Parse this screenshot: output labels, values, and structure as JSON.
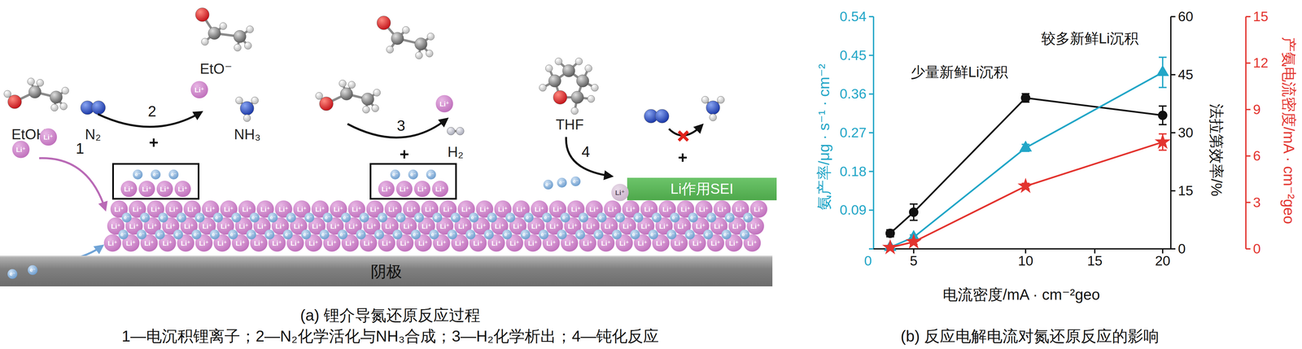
{
  "diagram": {
    "nodes": [
      {
        "text": [
          "e⁻",
          "e⁻",
          "e⁻",
          "Li⁺",
          "Li⁺",
          "Li⁺",
          "Li⁺"
        ]
      },
      {
        "text": [
          "e⁻",
          "e⁻",
          "e⁻",
          "Li⁺",
          "Li⁺",
          "Li⁺",
          "Li⁺"
        ]
      },
      {
        "text": [
          "Li作用SEI"
        ]
      },
      {
        "text": [
          "阴极"
        ]
      }
    ],
    "labels": [
      "EtOH",
      "N₂",
      "EtO⁻",
      "NH₃",
      "THF",
      "H₂",
      "1",
      "2",
      "3",
      "4",
      "+",
      "+",
      "+",
      "Li⁺",
      "Li⁺",
      "e⁻",
      "e⁻",
      "Li⁺",
      "Li⁺",
      "e⁻",
      "e⁻",
      "e⁻",
      "Li⁺",
      "0.54",
      "0.45",
      "0.36",
      "0.27",
      "0.18",
      "0.09",
      "0",
      "60",
      "45",
      "30",
      "15",
      "0",
      "15",
      "12",
      "9",
      "6",
      "3",
      "0",
      "5",
      "10",
      "15",
      "20",
      "氨产率/μg · s⁻¹ · cm⁻²",
      "法拉第效率/%",
      "产氨电流密度/mA · cm⁻²geo",
      "电流密度/mA · cm⁻²geo",
      "较多新鲜Li沉积",
      "少量新鲜Li沉积",
      "(a) 锂介导氮还原反应过程",
      "1—电沉积锂离子；2—N₂化学活化与NH₃合成；3—H₂化学析出；4—钝化反应",
      "(b) 反应电解电流对氮还原反应的影响",
      "Li⁺",
      "Li⁺",
      "Li⁺",
      "Li⁺",
      "Li⁺",
      "Li⁺",
      "Li⁺",
      "Li⁺",
      "Li⁺",
      "Li⁺",
      "Li⁺",
      "Li⁺",
      "Li⁺",
      "Li⁺",
      "Li⁺",
      "Li⁺",
      "Li⁺",
      "Li⁺",
      "Li⁺",
      "Li⁺",
      "Li⁺",
      "Li⁺",
      "Li⁺",
      "Li⁺",
      "Li⁺",
      "Li⁺",
      "Li⁺",
      "Li⁺",
      "Li⁺",
      "Li⁺",
      "Li⁺",
      "Li⁺",
      "Li⁺",
      "Li⁺",
      "Li⁺",
      "Li⁺",
      "Li⁺",
      "Li⁺",
      "Li⁺",
      "Li⁺",
      "Li⁺",
      "Li⁺",
      "Li⁺",
      "Li⁺",
      "Li⁺",
      "Li⁺",
      "Li⁺",
      "Li⁺",
      "Li⁺",
      "Li⁺",
      "Li⁺",
      "Li⁺",
      "Li⁺",
      "Li⁺",
      "Li⁺",
      "Li⁺",
      "Li⁺",
      "Li⁺",
      "Li⁺",
      "Li⁺",
      "Li⁺",
      "Li⁺",
      "Li⁺",
      "Li⁺",
      "Li⁺",
      "Li⁺",
      "Li⁺",
      "Li⁺",
      "Li⁺",
      "Li⁺",
      "Li⁺",
      "Li⁺",
      "Li⁺",
      "Li⁺",
      "Li⁺",
      "Li⁺",
      "Li⁺",
      "Li⁺",
      "Li⁺",
      "Li⁺",
      "Li⁺",
      "Li⁺",
      "Li⁺",
      "Li⁺",
      "Li⁺",
      "Li⁺",
      "Li⁺",
      "Li⁺",
      "Li⁺",
      "Li⁺",
      "Li⁺",
      "Li⁺",
      "Li⁺",
      "Li⁺",
      "Li⁺",
      "Li⁺",
      "Li⁺",
      "Li⁺",
      "Li⁺",
      "Li⁺",
      "Li⁺",
      "Li⁺",
      "Li⁺",
      "Li⁺",
      "Li⁺",
      "Li⁺",
      "Li⁺",
      "Li⁺",
      "e⁻",
      "e⁻",
      "e⁻",
      "e⁻",
      "e⁻",
      "e⁻",
      "e⁻",
      "e⁻",
      "e⁻",
      "e⁻",
      "e⁻",
      "e⁻",
      "e⁻",
      "e⁻",
      "e⁻",
      "e⁻",
      "e⁻",
      "e⁻",
      "e⁻",
      "e⁻",
      "e⁻",
      "e⁻",
      "e⁻",
      "e⁻",
      "e⁻",
      "e⁻",
      "e⁻",
      "e⁻",
      "e⁻",
      "e⁻",
      "e⁻",
      "e⁻",
      "e⁻",
      "e⁻",
      "e⁻",
      "e⁻",
      "e⁻",
      "e⁻",
      "e⁻",
      "e⁻",
      "e⁻",
      "e⁻",
      "e⁻",
      "e⁻",
      "e⁻",
      "e⁻",
      "e⁻",
      "e⁻",
      "e⁻",
      "e⁻",
      "e⁻",
      "e⁻",
      "e⁻",
      "e⁻",
      "e⁻",
      "e⁻",
      "e⁻",
      "e⁻",
      "e⁻",
      "e⁻",
      "e⁻",
      "e⁻",
      "e⁻",
      "e⁻",
      "e⁻",
      "e⁻",
      "e⁻",
      "e⁻",
      "e⁻",
      "e⁻"
    ]
  }
}
